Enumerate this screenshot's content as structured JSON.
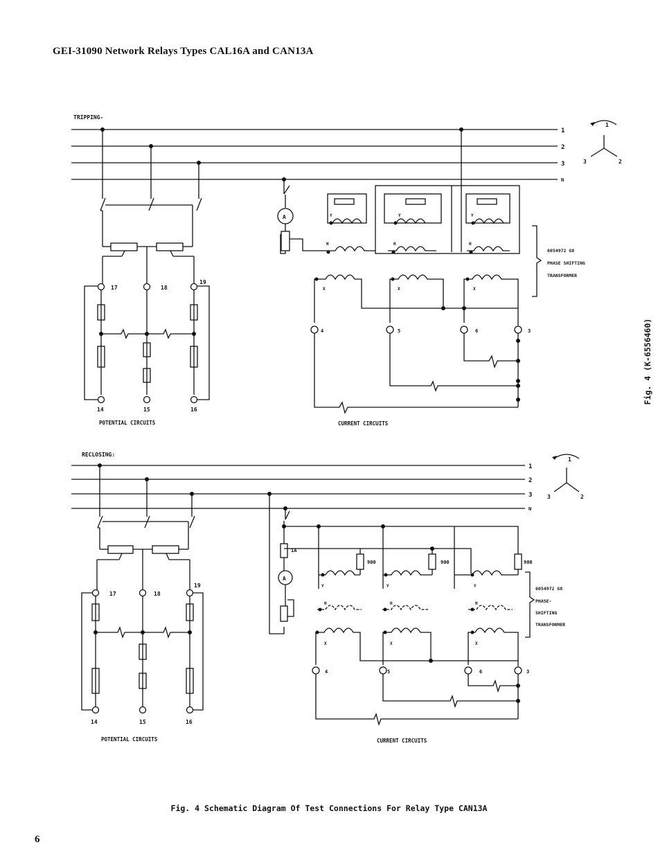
{
  "header": {
    "title": "GEI-31090   Network Relays Types CAL16A and CAN13A"
  },
  "page_number": "6",
  "side_label": "Fig. 4  (K-6556460)",
  "caption": "Fig. 4   Schematic Diagram Of Test Connections For Relay Type CAN13A",
  "tripping": {
    "title": "TRIPPING-",
    "bus_labels": [
      "1",
      "2",
      "3",
      "N"
    ],
    "phasor_labels": [
      "1",
      "3",
      "2"
    ],
    "terminals_top": [
      "17",
      "18",
      "19"
    ],
    "terminals_bottom": [
      "14",
      "15",
      "16"
    ],
    "potential_label": "POTENTIAL CIRCUITS",
    "current_label": "CURRENT CIRCUITS",
    "current_terminals": [
      "4",
      "5",
      "6",
      "3"
    ],
    "ammeter": "A",
    "winding_y": "Y",
    "winding_h": "H",
    "winding_x": "X",
    "transformer_note": [
      "6054972 G8",
      "PHASE SHIFTING",
      "TRANSFORMER"
    ]
  },
  "reclosing": {
    "title": "RECLOSING:",
    "bus_labels": [
      "1",
      "2",
      "3",
      "N"
    ],
    "phasor_labels": [
      "1",
      "3",
      "2"
    ],
    "terminals_top": [
      "17",
      "18",
      "19"
    ],
    "terminals_bottom": [
      "14",
      "15",
      "16"
    ],
    "potential_label": "POTENTIAL CIRCUITS",
    "current_label": "CURRENT CIRCUITS",
    "current_terminals": [
      "4",
      "5",
      "6",
      "3"
    ],
    "ammeter": "A",
    "fuse_label": "1A",
    "resistor_labels": [
      "900",
      "900",
      "900"
    ],
    "winding_y": "Y",
    "winding_h": "H",
    "winding_x": "X",
    "transformer_note": [
      "6054972 G8",
      "PHASE-",
      "SHIFTING",
      "TRANSFORMER"
    ]
  }
}
